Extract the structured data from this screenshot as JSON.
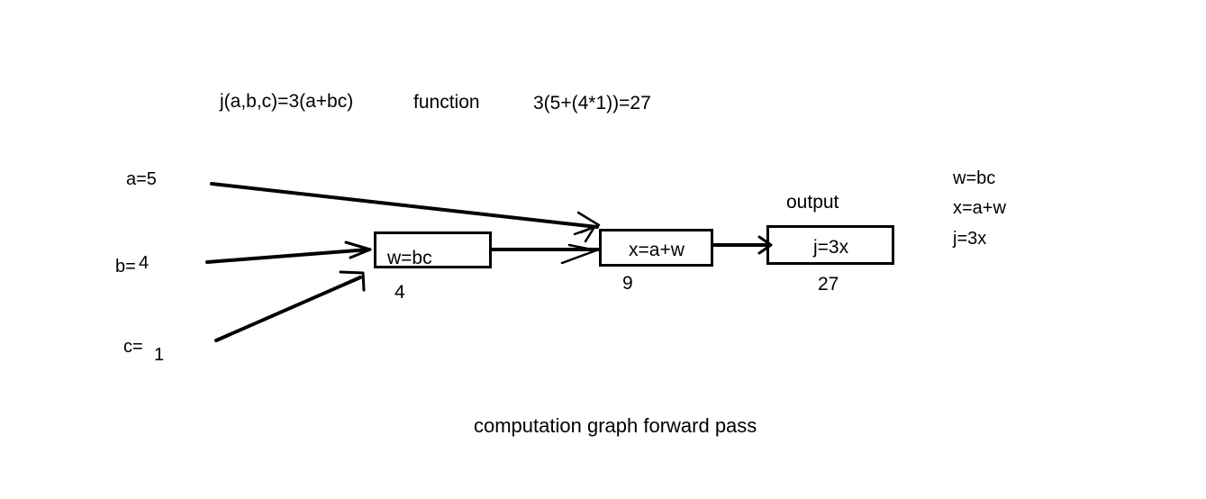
{
  "header": {
    "formula": "j(a,b,c)=3(a+bc)",
    "function_label": "function",
    "evaluation": "3(5+(4*1))=27"
  },
  "inputs": {
    "a": "a=5",
    "b_prefix": "b=",
    "b_value": "4",
    "c_prefix": "c=",
    "c_value": "1"
  },
  "nodes": {
    "w": {
      "label": "w=bc",
      "value": "4"
    },
    "x": {
      "label": "x=a+w",
      "value": "9"
    },
    "j": {
      "label": "j=3x",
      "value": "27"
    }
  },
  "output_label": "output",
  "definitions": [
    "w=bc",
    "x=a+w",
    "j=3x"
  ],
  "caption": "computation graph forward pass",
  "colors": {
    "ink": "#000000",
    "background": "#ffffff"
  }
}
